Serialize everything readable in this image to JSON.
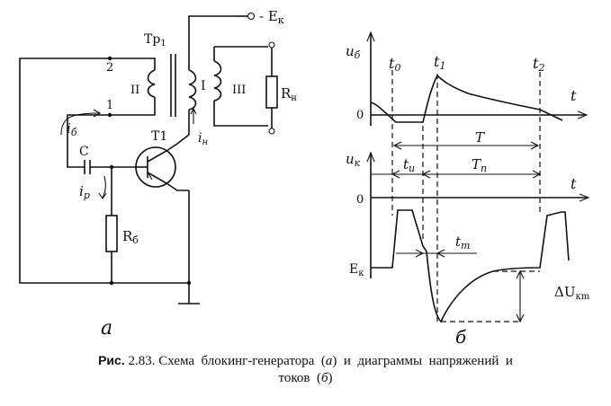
{
  "circuit": {
    "supply_label": "- E",
    "supply_sub": "к",
    "transformer_label": "Тр",
    "transformer_sub": "1",
    "winding_I": "I",
    "winding_II": "II",
    "winding_III": "III",
    "node_1": "1",
    "node_2": "2",
    "load_label": "R",
    "load_sub": "н",
    "base_current_label": "i",
    "base_current_sub": "б",
    "load_current_label": "i",
    "load_current_sub": "н",
    "cap_label": "C",
    "discharge_current_label": "i",
    "discharge_current_sub": "p",
    "transistor_label": "T1",
    "base_res_label": "R",
    "base_res_sub": "б",
    "panel_letter": "а"
  },
  "diagram": {
    "ub_axis_label": "u",
    "ub_axis_sub": "б",
    "uk_axis_label": "u",
    "uk_axis_sub": "к",
    "time_label_1": "t",
    "time_label_2": "t",
    "zero_1": "0",
    "zero_2": "0",
    "t0": "t",
    "t0_sub": "0",
    "t1": "t",
    "t1_sub": "1",
    "t2": "t",
    "t2_sub": "2",
    "T": "T",
    "tu": "t",
    "tu_sub": "и",
    "Tp": "T",
    "Tp_sub": "п",
    "tm": "t",
    "tm_sub": "m",
    "Ek": "E",
    "Ek_sub": "к",
    "dU": "ΔU",
    "dU_sub": "кm",
    "panel_letter": "б"
  },
  "caption": {
    "prefix": "Рис.",
    "number": "2.83.",
    "line1_a": "Схема  блокинг-генератора  (",
    "a": "а",
    "line1_b": ")  и  диаграммы  напряжений  и",
    "line2_a": "токов  (",
    "b": "б",
    "line2_b": ")"
  }
}
